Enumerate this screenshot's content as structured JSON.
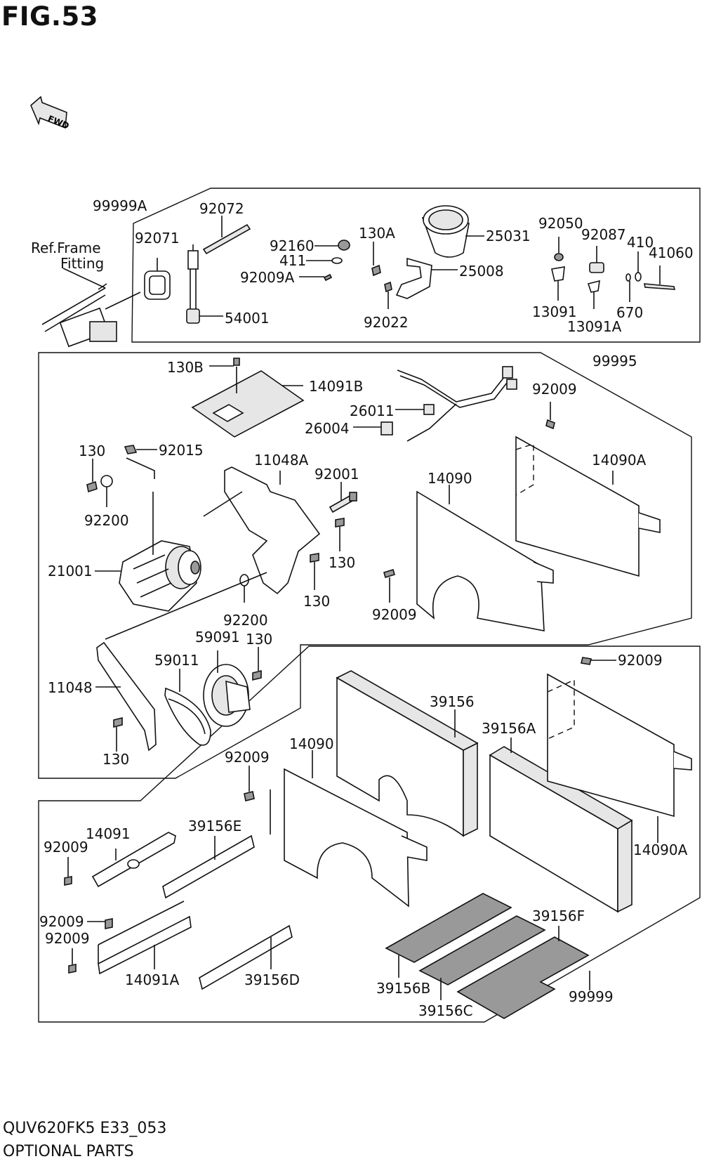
{
  "title": "FIG.53",
  "fwd_badge": "FWD",
  "footer": {
    "code": "QUV620FK5 E33_053",
    "name": "OPTIONAL PARTS"
  },
  "ref_note": {
    "line1": "Ref.Frame",
    "line2": "Fitting"
  },
  "labels": {
    "p99999A": "99999A",
    "p92072": "92072",
    "p92071": "92071",
    "p92160": "92160",
    "p130A": "130A",
    "p25031": "25031",
    "p92050": "92050",
    "p92087": "92087",
    "p410": "410",
    "p41060": "41060",
    "p411": "411",
    "p92009A": "92009A",
    "p25008": "25008",
    "p54001": "54001",
    "p92022": "92022",
    "p13091": "13091",
    "p13091A": "13091A",
    "p670": "670",
    "p130B": "130B",
    "p14091B": "14091B",
    "p99995": "99995",
    "p92009_a": "92009",
    "p26011": "26011",
    "p26004": "26004",
    "p130_a": "130",
    "p92015": "92015",
    "p11048A": "11048A",
    "p92001": "92001",
    "p14090A_a": "14090A",
    "p14090_a": "14090",
    "p92200_a": "92200",
    "p21001": "21001",
    "p130_b": "130",
    "p130_c": "130",
    "p92200_b": "92200",
    "p92009_b": "92009",
    "p59091": "59091",
    "p130_d": "130",
    "p59011": "59011",
    "p11048": "11048",
    "p130_e": "130",
    "p92009_c": "92009",
    "p39156": "39156",
    "p39156A": "39156A",
    "p92009_d": "92009",
    "p14090_b": "14090",
    "p14091": "14091",
    "p39156E": "39156E",
    "p92009_e": "92009",
    "p14090A_b": "14090A",
    "p92009_f": "92009",
    "p92009_g": "92009",
    "p39156F": "39156F",
    "p14091A": "14091A",
    "p39156D": "39156D",
    "p39156B": "39156B",
    "p99999": "99999",
    "p39156C": "39156C"
  }
}
